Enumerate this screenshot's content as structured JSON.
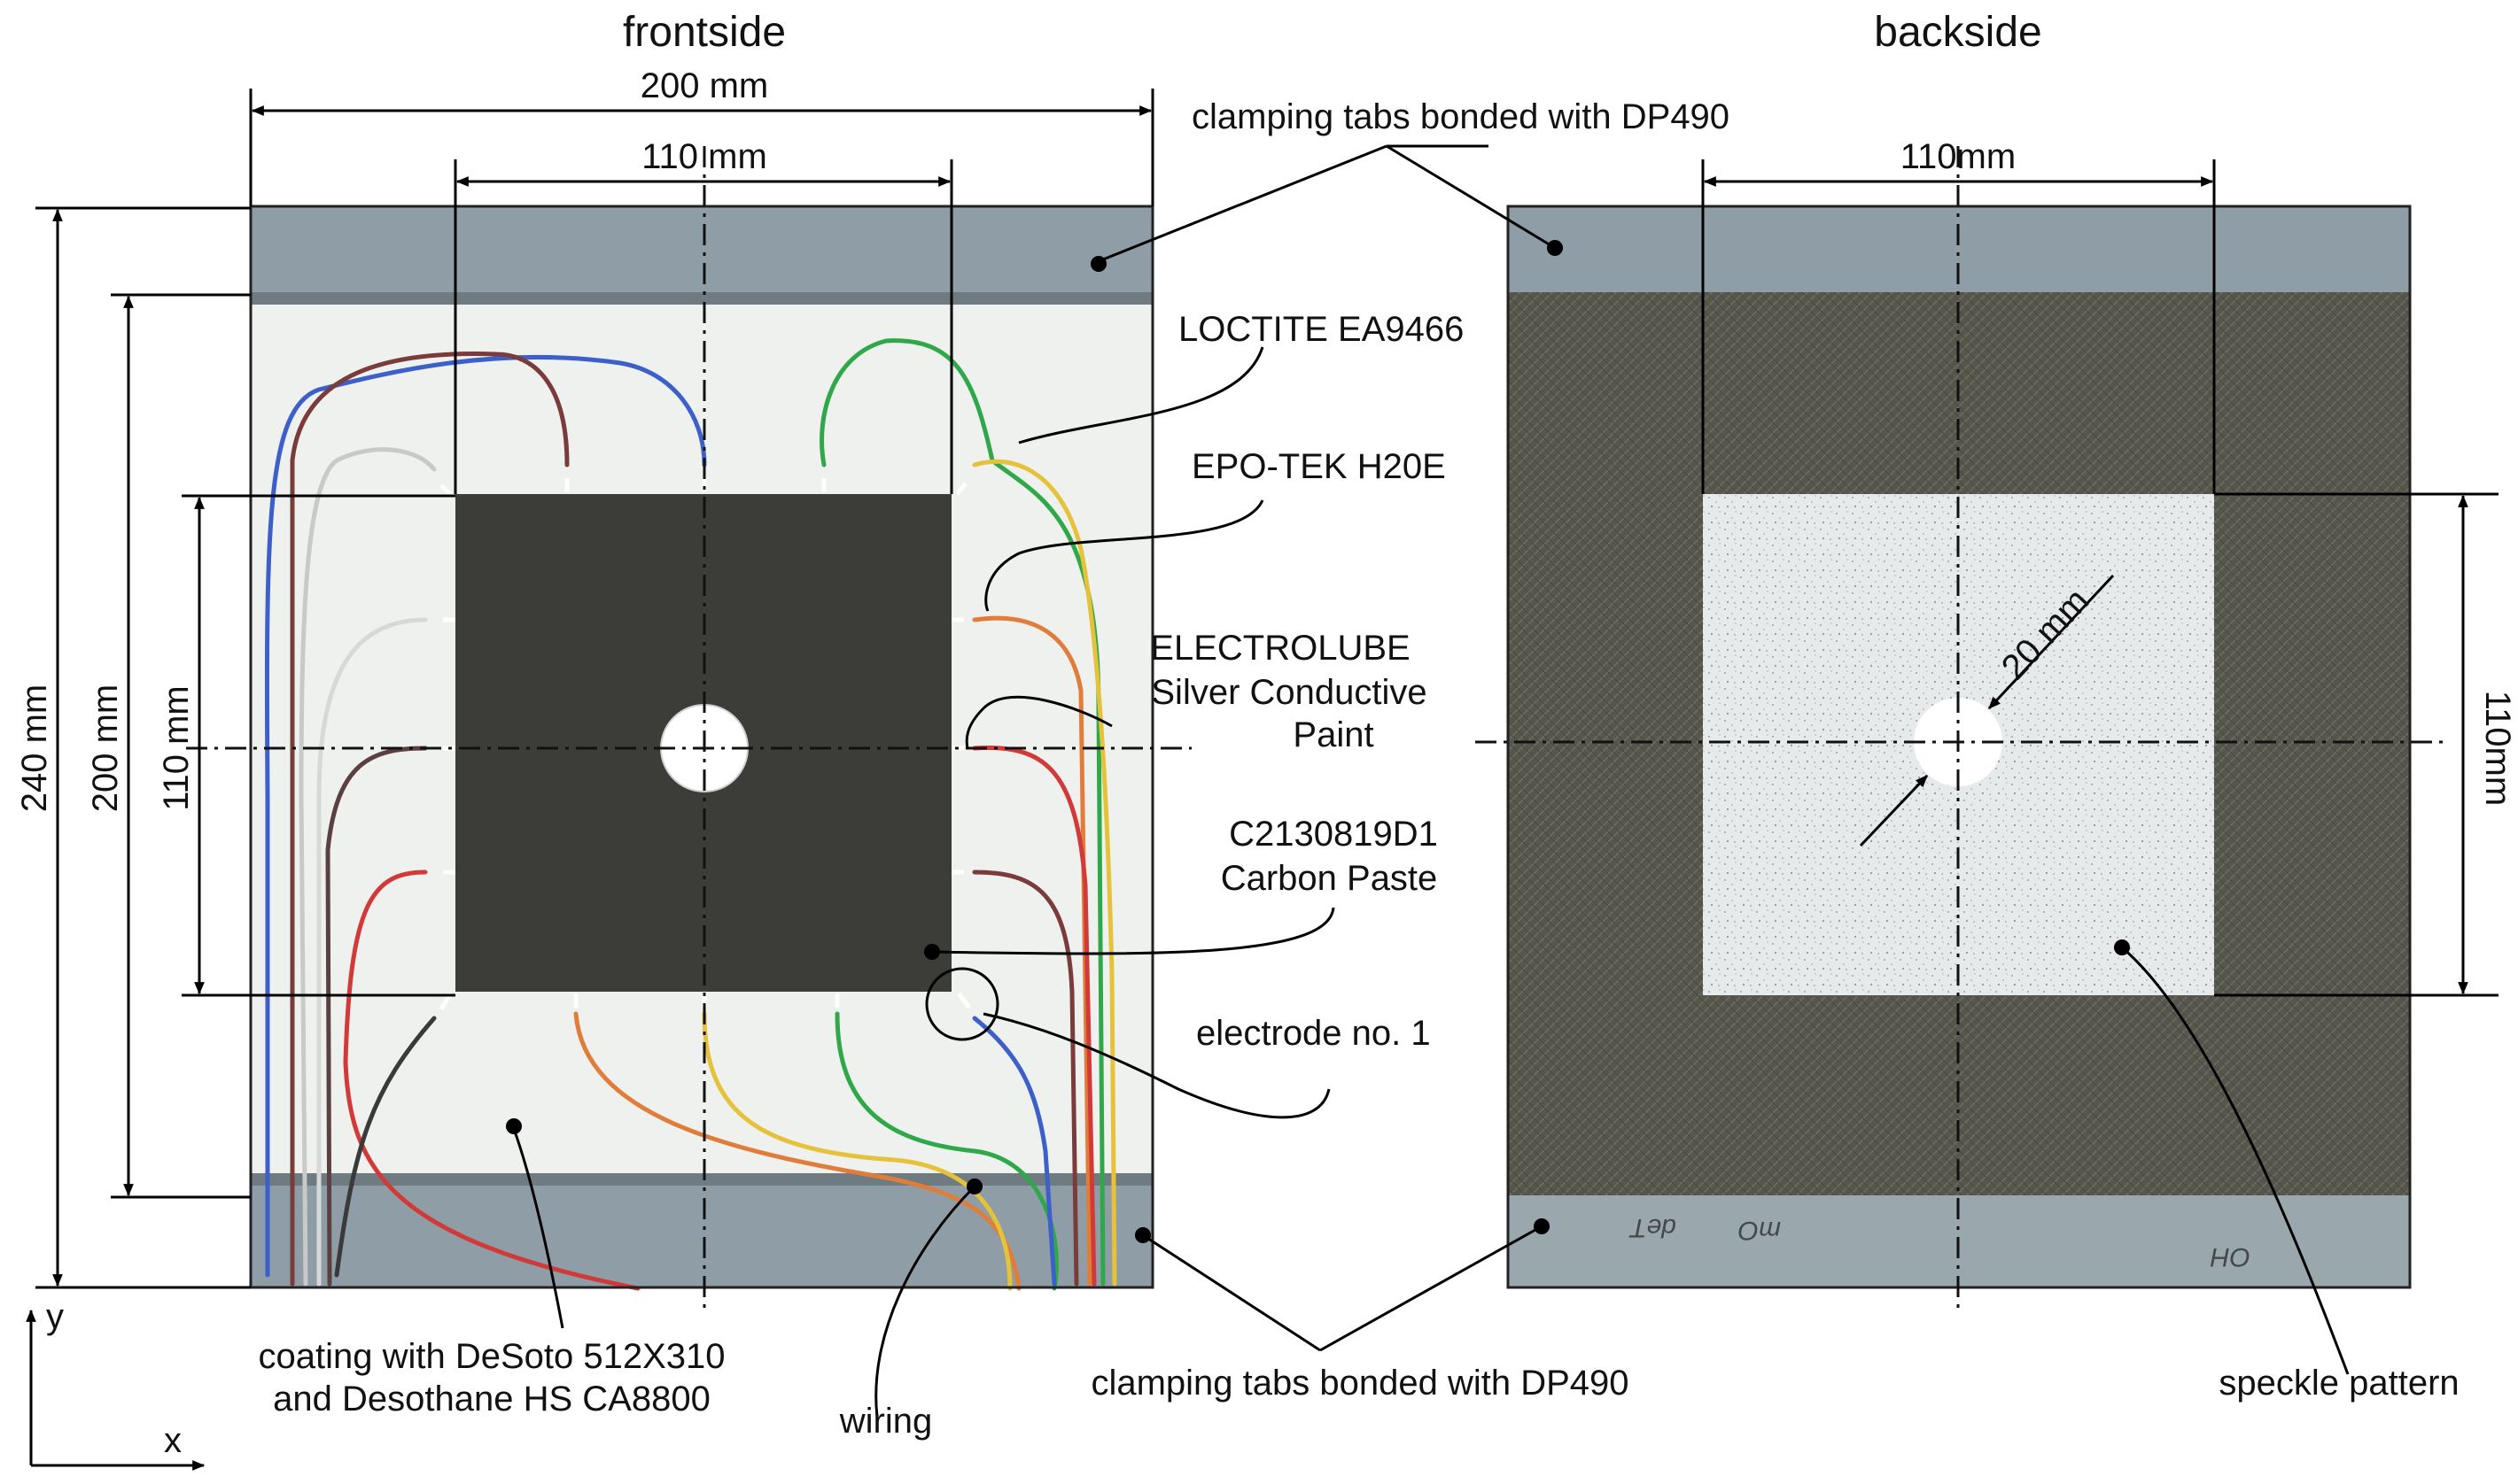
{
  "front": {
    "title": "frontside",
    "dims": {
      "width_total": "200 mm",
      "width_inner": "110 mm",
      "height_total": "240 mm",
      "height_mid": "200 mm",
      "height_inner": "110 mm"
    },
    "labels": {
      "tabs_top": "clamping tabs bonded with DP490",
      "tabs_bottom": "clamping tabs bonded with DP490",
      "loctite": "LOCTITE EA9466",
      "epotek": "EPO-TEK H20E",
      "electrolube_1": "ELECTROLUBE",
      "electrolube_2": "Silver Conductive",
      "electrolube_3": "Paint",
      "carbon_1": "C2130819D1",
      "carbon_2": "Carbon Paste",
      "electrode": "electrode no. 1",
      "coating_1": "coating with DeSoto 512X310",
      "coating_2": "and Desothane HS CA8800",
      "wiring": "wiring"
    }
  },
  "back": {
    "title": "backside",
    "dims": {
      "width_inner": "110mm",
      "height_inner": "110mm",
      "hole": "20 mm"
    },
    "labels": {
      "speckle": "speckle pattern"
    },
    "tab_scribbles": [
      "deT",
      "mO",
      "OH"
    ]
  },
  "axes": {
    "y": "y",
    "x": "x"
  },
  "colors": {
    "tab": "#8e9ea6",
    "coating": "#eef1ee",
    "carbon": "#3b3b38",
    "composite": "#55544b",
    "speckle": "#e6e9ea",
    "wires": [
      "#3d5fc9",
      "#7a3b3b",
      "#c9c9c9",
      "#2fa84a",
      "#e07d3a",
      "#e6c23a",
      "#d23a3a",
      "#8a5a3a"
    ]
  }
}
